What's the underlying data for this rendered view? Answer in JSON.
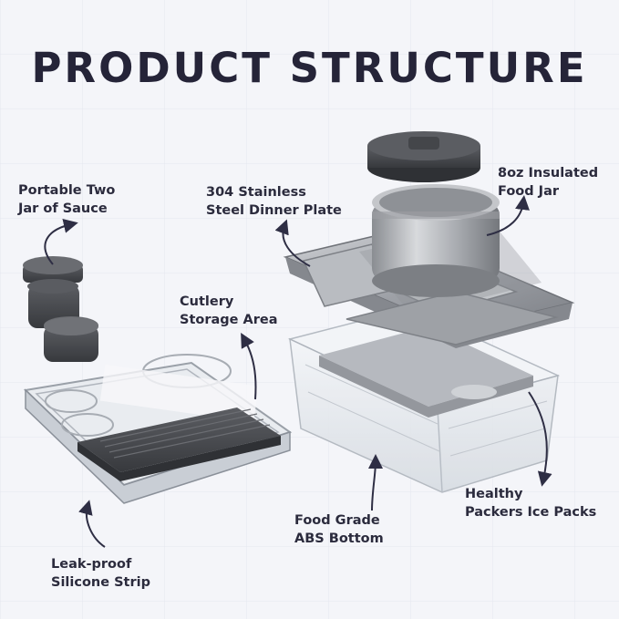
{
  "title": "PRODUCT STRUCTURE",
  "labels": {
    "sauce_jar": [
      "Portable Two",
      "Jar of Sauce"
    ],
    "dinner_plate": [
      "304 Stainless",
      "Steel Dinner Plate"
    ],
    "food_jar": [
      "8oz Insulated",
      "Food Jar"
    ],
    "cutlery": [
      "Cutlery",
      "Storage Area"
    ],
    "ice_packs": [
      "Healthy",
      "Packers Ice Packs"
    ],
    "abs_bottom": [
      "Food Grade",
      "ABS Bottom"
    ],
    "silicone_strip": [
      "Leak-proof",
      "Silicone Strip"
    ]
  },
  "colors": {
    "title": "#252438",
    "text": "#2b2b3d",
    "arrow": "#2e2e44",
    "steel": "#a9abb0",
    "dark_lid": "#4a4c50",
    "clear": "#e6eaee"
  }
}
